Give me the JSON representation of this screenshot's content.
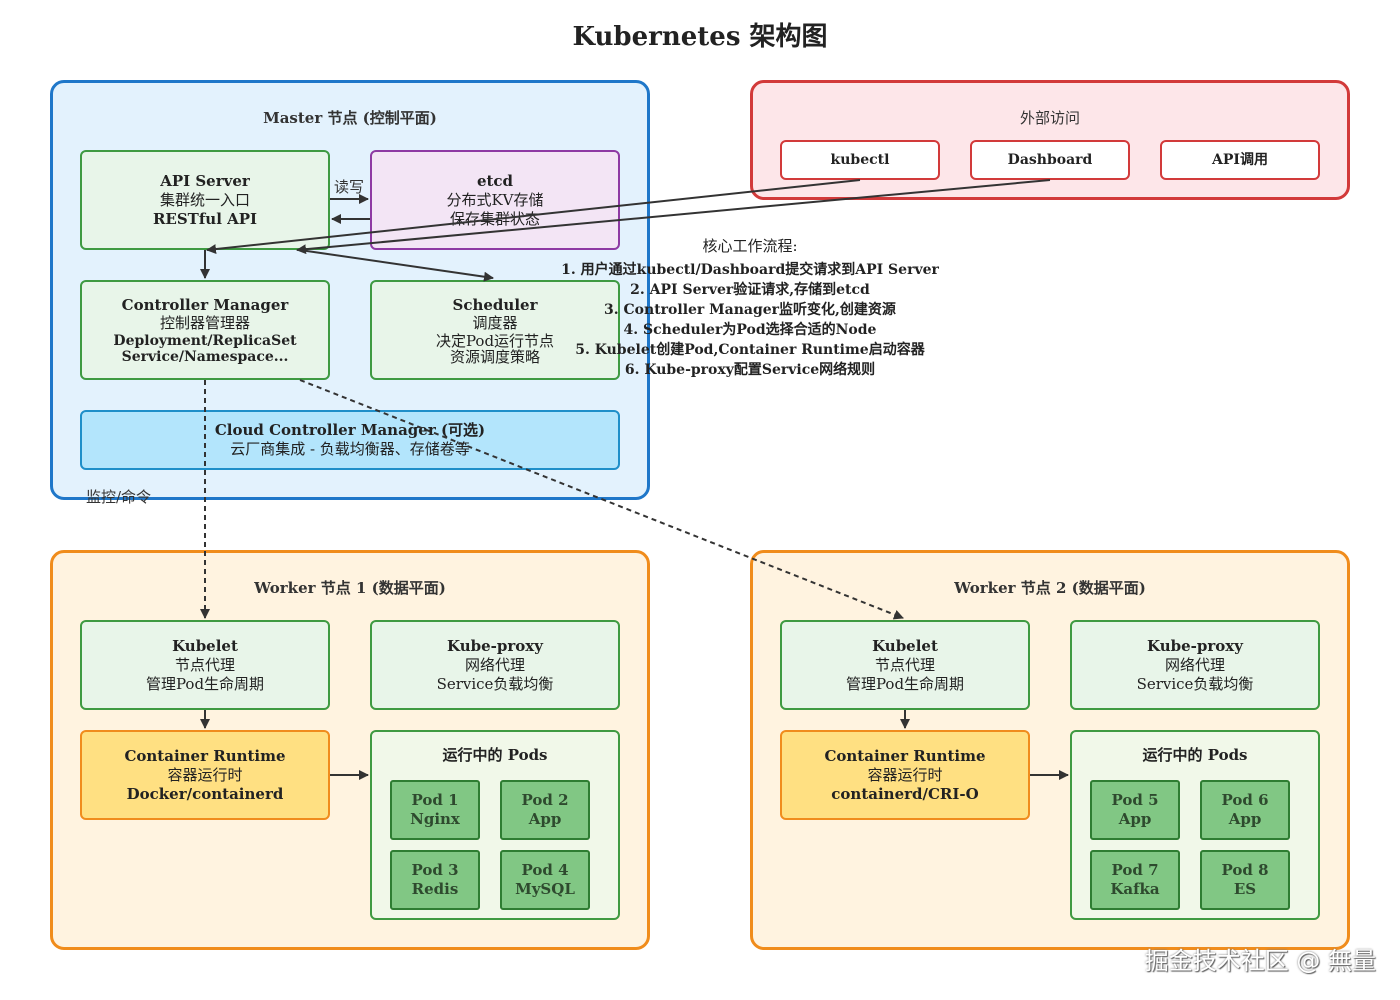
{
  "title": "Kubernetes 架构图",
  "master": {
    "title": "Master 节点 (控制平面)",
    "api_server": {
      "name": "API Server",
      "line1": "集群统一入口",
      "line2": "RESTful API"
    },
    "etcd": {
      "name": "etcd",
      "line1": "分布式KV存储",
      "line2": "保存集群状态"
    },
    "controller_manager": {
      "name": "Controller Manager",
      "line1": "控制器管理器",
      "line2": "Deployment/ReplicaSet",
      "line3": "Service/Namespace..."
    },
    "scheduler": {
      "name": "Scheduler",
      "line1": "调度器",
      "line2": "决定Pod运行节点",
      "line3": "资源调度策略"
    },
    "cloud_controller": {
      "name": "Cloud Controller Manager (可选)",
      "line1": "云厂商集成 - 负载均衡器、存储卷等"
    },
    "rw_label": "读写",
    "monitor_label": "监控/命令"
  },
  "external": {
    "title": "外部访问",
    "kubectl": "kubectl",
    "dashboard": "Dashboard",
    "api_call": "API调用"
  },
  "flow": {
    "title": "核心工作流程:",
    "steps": [
      "1. 用户通过kubectl/Dashboard提交请求到API Server",
      "2. API Server验证请求,存储到etcd",
      "3. Controller Manager监听变化,创建资源",
      "4. Scheduler为Pod选择合适的Node",
      "5. Kubelet创建Pod,Container Runtime启动容器",
      "6. Kube-proxy配置Service网络规则"
    ]
  },
  "worker1": {
    "title": "Worker 节点 1 (数据平面)",
    "kubelet": {
      "name": "Kubelet",
      "line1": "节点代理",
      "line2": "管理Pod生命周期"
    },
    "kube_proxy": {
      "name": "Kube-proxy",
      "line1": "网络代理",
      "line2": "Service负载均衡"
    },
    "runtime": {
      "name": "Container Runtime",
      "line1": "容器运行时",
      "line2": "Docker/containerd"
    },
    "pods_title": "运行中的 Pods",
    "pods": [
      {
        "name": "Pod 1",
        "app": "Nginx"
      },
      {
        "name": "Pod 2",
        "app": "App"
      },
      {
        "name": "Pod 3",
        "app": "Redis"
      },
      {
        "name": "Pod 4",
        "app": "MySQL"
      }
    ]
  },
  "worker2": {
    "title": "Worker 节点 2 (数据平面)",
    "kubelet": {
      "name": "Kubelet",
      "line1": "节点代理",
      "line2": "管理Pod生命周期"
    },
    "kube_proxy": {
      "name": "Kube-proxy",
      "line1": "网络代理",
      "line2": "Service负载均衡"
    },
    "runtime": {
      "name": "Container Runtime",
      "line1": "容器运行时",
      "line2": "containerd/CRI-O"
    },
    "pods_title": "运行中的 Pods",
    "pods": [
      {
        "name": "Pod 5",
        "app": "App"
      },
      {
        "name": "Pod 6",
        "app": "App"
      },
      {
        "name": "Pod 7",
        "app": "Kafka"
      },
      {
        "name": "Pod 8",
        "app": "ES"
      }
    ]
  },
  "watermark": "掘金技术社区 @ 無量",
  "colors": {
    "master_border": "#1f77c9",
    "external_border": "#d23a3a",
    "worker_border": "#f08c1c",
    "component_border": "#3f9a42",
    "pod_fill": "#81c784"
  }
}
